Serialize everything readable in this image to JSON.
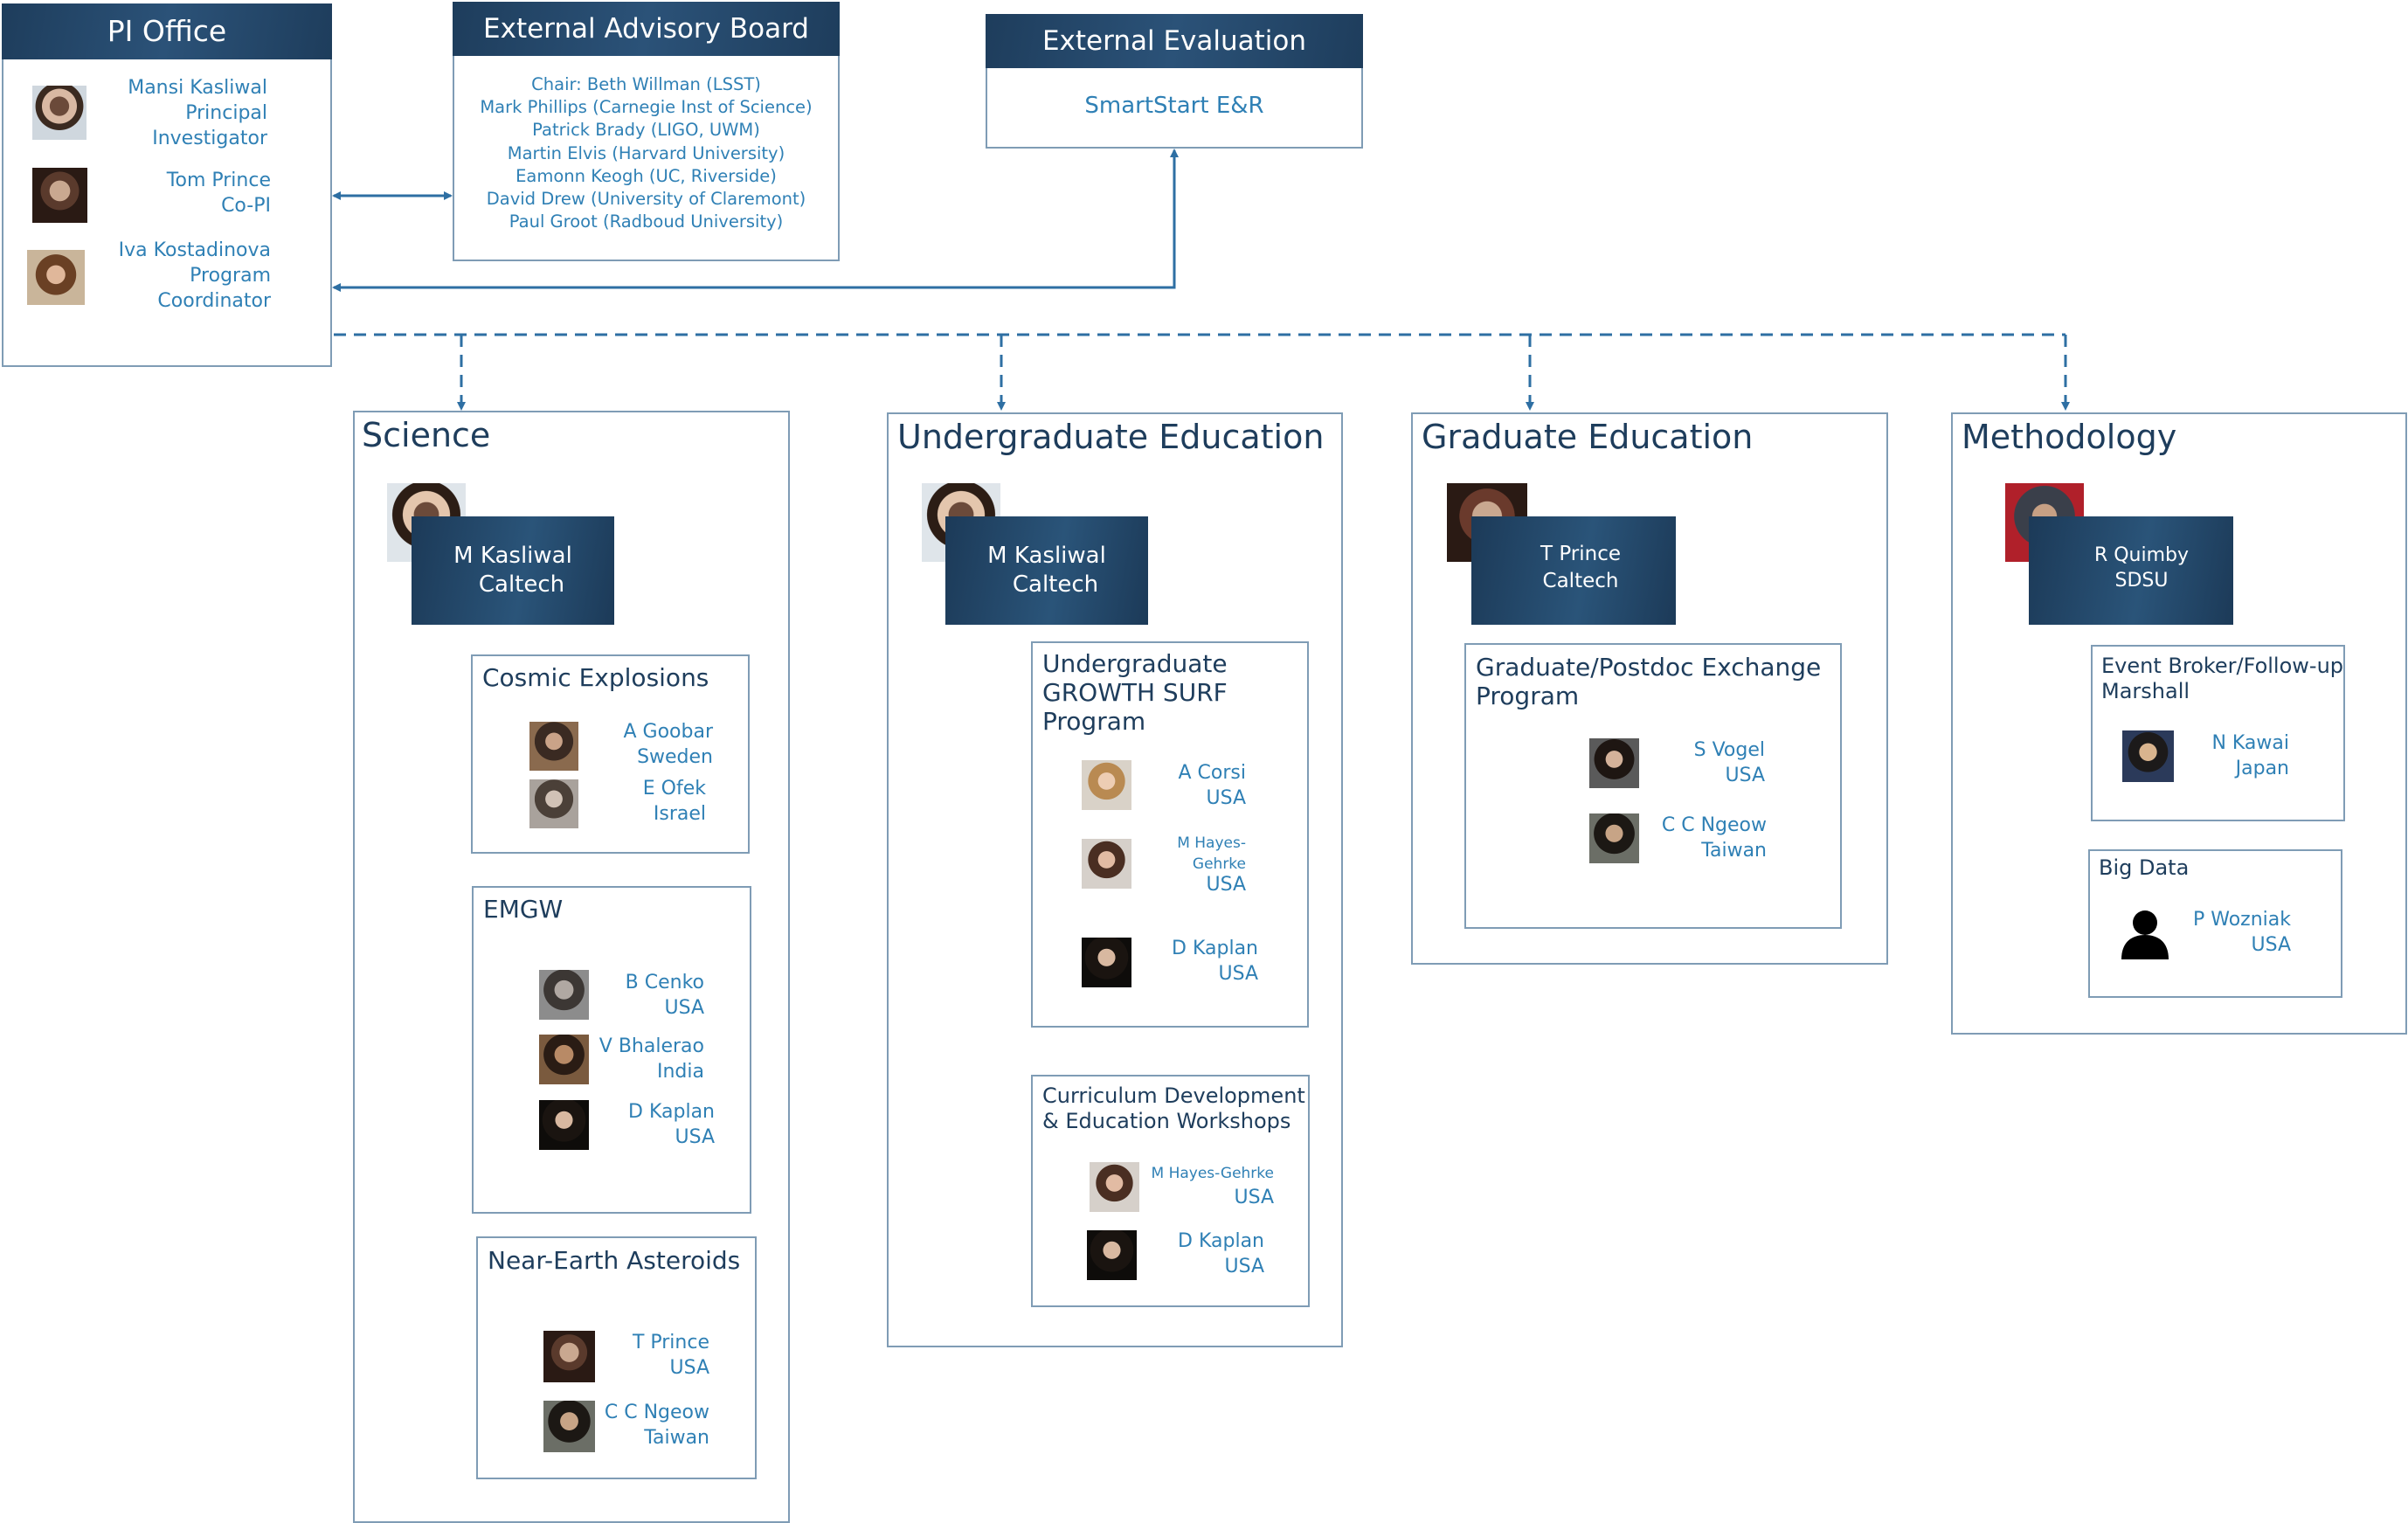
{
  "pi_office": {
    "title": "PI Office",
    "members": [
      {
        "lines": [
          "Mansi Kasliwal",
          "Principal",
          "Investigator"
        ]
      },
      {
        "lines": [
          "Tom Prince",
          "Co-PI"
        ]
      },
      {
        "lines": [
          "Iva Kostadinova",
          "Program",
          "Coordinator"
        ]
      }
    ]
  },
  "advisory_board": {
    "title": "External Advisory Board",
    "members": [
      "Chair: Beth Willman (LSST)",
      "Mark Phillips (Carnegie Inst of Science)",
      "Patrick Brady (LIGO, UWM)",
      "Martin Elvis (Harvard University)",
      "Eamonn Keogh (UC, Riverside)",
      "David Drew (University of Claremont)",
      "Paul Groot (Radboud University)"
    ]
  },
  "evaluation": {
    "title": "External Evaluation",
    "body": "SmartStart E&R"
  },
  "science": {
    "title": "Science",
    "lead": {
      "name": "M Kasliwal",
      "org": "Caltech"
    },
    "groups": [
      {
        "title": "Cosmic Explosions",
        "members": [
          {
            "name": "A Goobar",
            "place": "Sweden"
          },
          {
            "name": "E Ofek",
            "place": "Israel"
          }
        ]
      },
      {
        "title": "EMGW",
        "members": [
          {
            "name": "B Cenko",
            "place": "USA"
          },
          {
            "name": "V Bhalerao",
            "place": "India"
          },
          {
            "name": "D Kaplan",
            "place": "USA"
          }
        ]
      },
      {
        "title": "Near-Earth Asteroids",
        "members": [
          {
            "name": "T Prince",
            "place": "USA"
          },
          {
            "name": "C C Ngeow",
            "place": "Taiwan"
          }
        ]
      }
    ]
  },
  "undergrad": {
    "title": "Undergraduate Education",
    "lead": {
      "name": "M Kasliwal",
      "org": "Caltech"
    },
    "groups": [
      {
        "title": "Undergraduate GROWTH SURF Program",
        "title_lines": [
          "Undergraduate",
          "GROWTH SURF",
          "Program"
        ],
        "members": [
          {
            "name": "A Corsi",
            "place": "USA"
          },
          {
            "name": "M Hayes-Gehrke",
            "name_lines": [
              "M Hayes-",
              "Gehrke"
            ],
            "place": "USA"
          },
          {
            "name": "D Kaplan",
            "place": "USA"
          }
        ]
      },
      {
        "title": "Curriculum Development & Education Workshops",
        "title_lines": [
          "Curriculum Development",
          "& Education Workshops"
        ],
        "members": [
          {
            "name": "M Hayes-Gehrke",
            "place": "USA"
          },
          {
            "name": "D Kaplan",
            "place": "USA"
          }
        ]
      }
    ]
  },
  "grad": {
    "title": "Graduate Education",
    "lead": {
      "name": "T Prince",
      "org": "Caltech"
    },
    "groups": [
      {
        "title_lines": [
          "Graduate/Postdoc Exchange",
          "Program"
        ],
        "members": [
          {
            "name": "S Vogel",
            "place": "USA"
          },
          {
            "name": "C C Ngeow",
            "place": "Taiwan"
          }
        ]
      }
    ]
  },
  "methodology": {
    "title": "Methodology",
    "lead": {
      "name": "R Quimby",
      "org": "SDSU"
    },
    "groups": [
      {
        "title_lines": [
          "Event Broker/Follow-up",
          "Marshall"
        ],
        "members": [
          {
            "name": "N Kawai",
            "place": "Japan"
          }
        ]
      },
      {
        "title_lines": [
          "Big Data"
        ],
        "members": [
          {
            "name": "P Wozniak",
            "place": "USA"
          }
        ]
      }
    ]
  },
  "colors": {
    "header": "#1e3d5c",
    "text": "#2f80b5",
    "border": "#7f9cb5",
    "connector": "#2e6fa3"
  }
}
